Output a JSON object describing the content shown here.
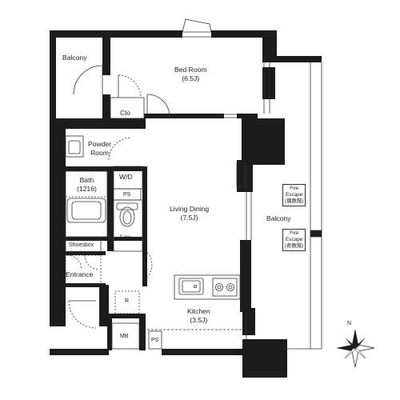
{
  "rooms": {
    "balcony_small": "Balcony",
    "bedroom": {
      "name": "Bed Room",
      "size": "(6.5J)"
    },
    "closet": "Clo",
    "powder_room": {
      "line1": "Powder",
      "line2": "Room"
    },
    "washer": "W/D",
    "bath": {
      "name": "Bath",
      "size": "(1216)"
    },
    "ps_upper": "PS",
    "ps_wall": "PS",
    "ps_bottom": "PS",
    "lavatory": "Lav.",
    "living_dining": {
      "name": "Living Dining",
      "size": "(7.5J)"
    },
    "balcony_large": "Balcony",
    "shoesbox": "Shoesbox",
    "entrance": "Entrance",
    "refrigerator": "R",
    "kitchen": {
      "name": "Kitchen",
      "size": "(3.5J)"
    },
    "meter_box": "MB"
  },
  "fire_escapes": [
    {
      "line1": "Fire",
      "line2": "Escape",
      "line3": "(偶数階)"
    },
    {
      "line1": "Fire",
      "line2": "Escape",
      "line3": "(奇数階)"
    }
  ],
  "compass": {
    "north": "N"
  },
  "colors": {
    "wall": "#1c1c1c",
    "line": "#333333"
  }
}
